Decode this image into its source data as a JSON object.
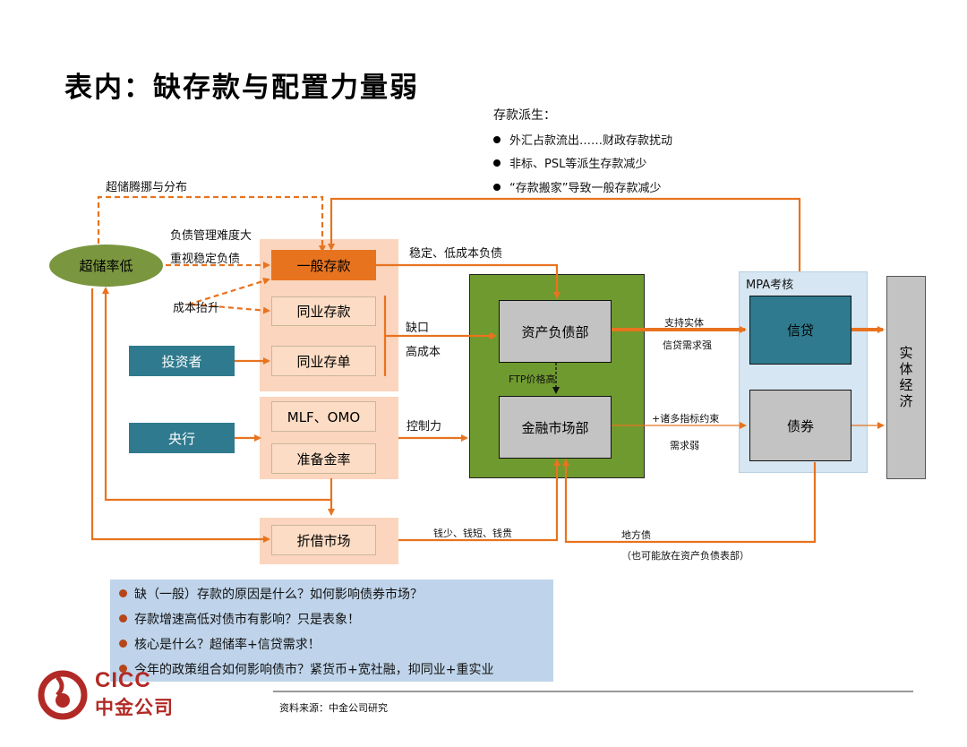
{
  "title": "表内：缺存款与配置力量弱",
  "deposit_derivation": {
    "heading": "存款派生：",
    "items": [
      "外汇占款流出……财政存款扰动",
      "非标、PSL等派生存款减少",
      "“存款搬家”导致一般存款减少"
    ]
  },
  "nodes": {
    "excess_reserve": "超储率低",
    "general_deposit": "一般存款",
    "interbank_deposit": "同业存款",
    "interbank_cd": "同业存单",
    "investor": "投资者",
    "mlf_omo": "MLF、OMO",
    "reserve_ratio": "准备金率",
    "central_bank": "央行",
    "rediscount": "折借市场",
    "alm_dept": "资产负债部",
    "fm_dept": "金融市场部",
    "mpa_title": "MPA考核",
    "credit": "信贷",
    "bonds": "债券",
    "real_economy": "实体经济"
  },
  "labels": {
    "excess_dist": "超储腾挪与分布",
    "liab_mgmt": "负债管理难度大",
    "stable_liab": "重视稳定负债",
    "cost_rise": "成本抬升",
    "stable_low_cost": "稳定、低成本负债",
    "shortage": "缺口",
    "high_cost": "高成本",
    "control": "控制力",
    "ftp": "FTP价格高",
    "support_real": "支持实体",
    "credit_demand": "信贷需求强",
    "multi_indicators": "+诸多指标约束",
    "weak_demand": "需求弱",
    "money_terms": "钱少、钱短、钱贵",
    "local_bonds": "地方债",
    "local_bonds_note": "（也可能放在资产负债表部）"
  },
  "questions": [
    "缺（一般）存款的原因是什么？如何影响债券市场？",
    "存款增速高低对债市有影响？只是表象！",
    "核心是什么？超储率+信贷需求！",
    "今年的政策组合如何影响债市？紧货币+宽社融，抑同业+重实业"
  ],
  "logo": {
    "en": "CICC",
    "cn": "中金公司"
  },
  "source": "资料来源：中金公司研究",
  "colors": {
    "orange": "#e8731f",
    "green": "#6f9a2f",
    "teal": "#2f7a8e",
    "panel_blue": "#d6e6f2",
    "question_bg": "#bfd4ea"
  }
}
